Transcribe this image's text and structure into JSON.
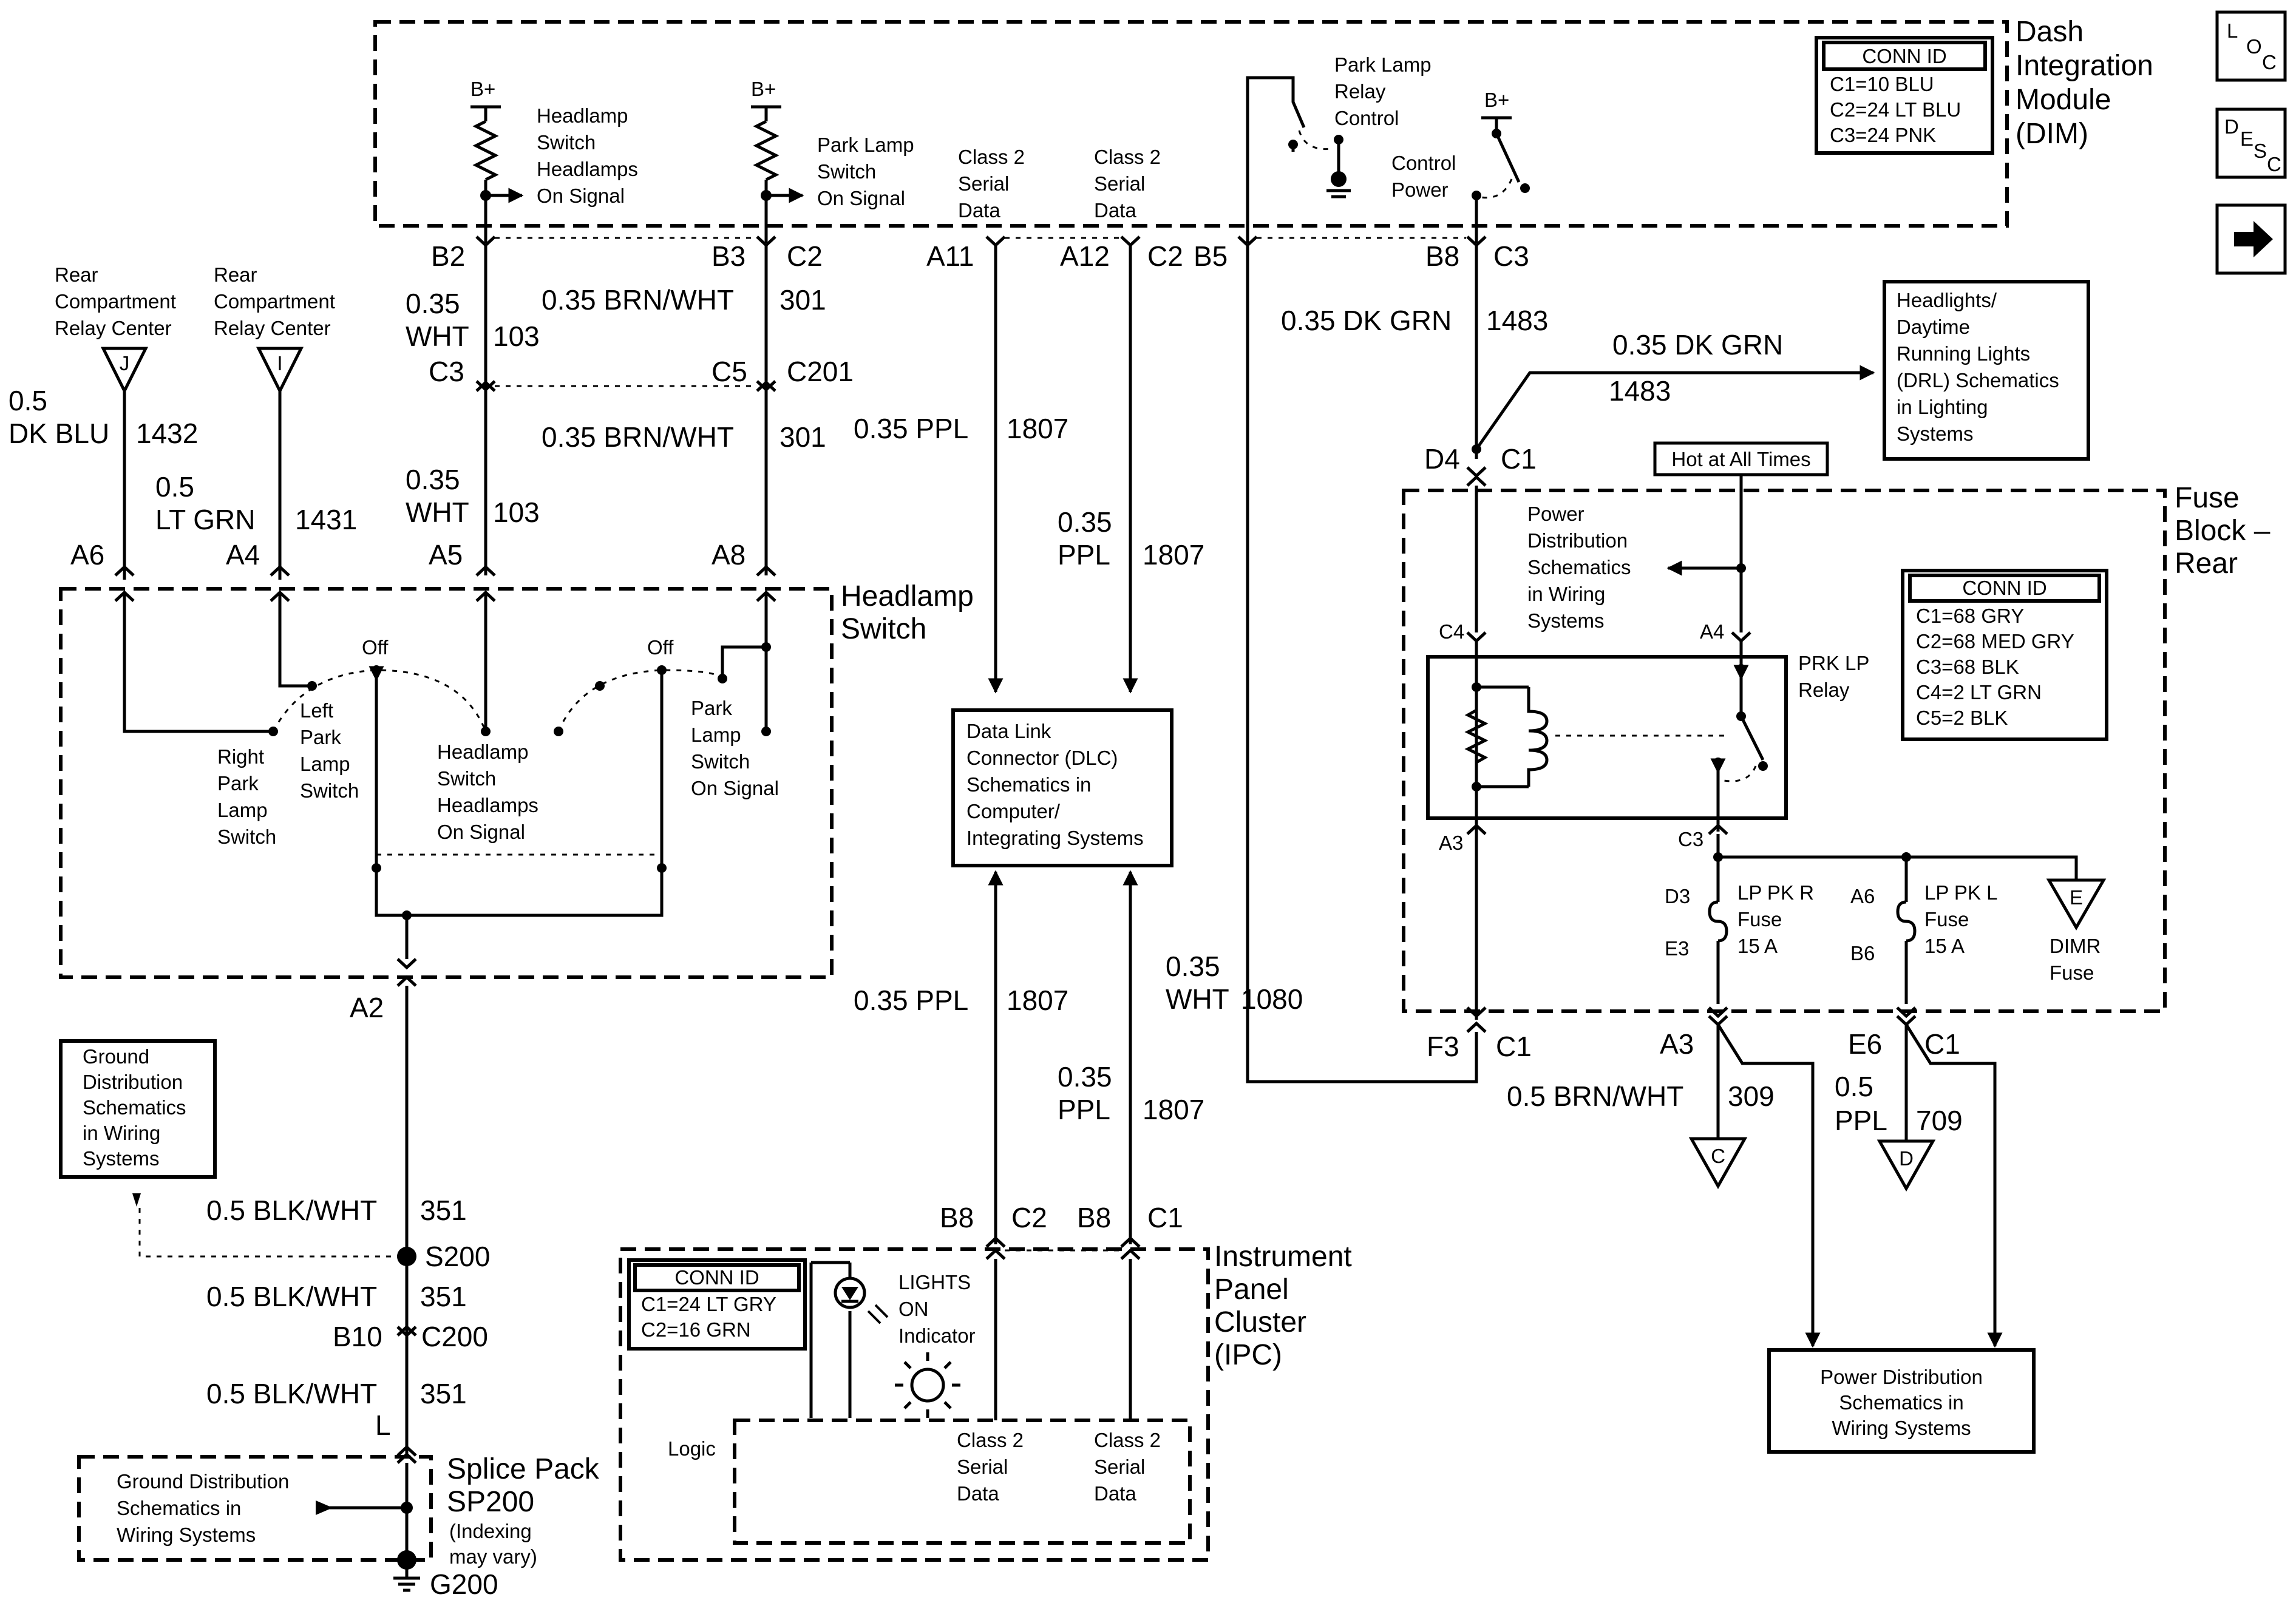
{
  "modules": {
    "dim": {
      "line1": "Dash",
      "line2": "Integration",
      "line3": "Module",
      "line4": "(DIM)"
    },
    "fuse_block": {
      "line1": "Fuse",
      "line2": "Block –",
      "line3": "Rear"
    },
    "headlamp_switch": {
      "line1": "Headlamp",
      "line2": "Switch"
    },
    "ipc": {
      "line1": "Instrument",
      "line2": "Panel",
      "line3": "Cluster",
      "line4": "(IPC)"
    },
    "splice_pack": {
      "line1": "Splice Pack",
      "line2": "SP200",
      "line3": "(Indexing",
      "line4": "may vary)"
    }
  },
  "nav": {
    "loc": [
      "L",
      "O",
      "C"
    ],
    "desc": [
      "D",
      "E",
      "S",
      "C"
    ]
  },
  "conn_dim": {
    "title": "CONN ID",
    "rows": [
      "C1=10 BLU",
      "C2=24 LT BLU",
      "C3=24 PNK"
    ]
  },
  "conn_fuse": {
    "title": "CONN ID",
    "rows": [
      "C1=68 GRY",
      "C2=68 MED GRY",
      "C3=68 BLK",
      "C4=2 LT GRN",
      "C5=2 BLK"
    ]
  },
  "conn_ipc": {
    "title": "CONN ID",
    "rows": [
      "C1=24 LT GRY",
      "C2=16 GRN"
    ]
  },
  "dim_labels": {
    "bplus": "B+",
    "hl_sig": [
      "Headlamp",
      "Switch",
      "Headlamps",
      "On Signal"
    ],
    "pk_sig": [
      "Park Lamp",
      "Switch",
      "On Signal"
    ],
    "class2": [
      "Class 2",
      "Serial",
      "Data"
    ],
    "plrc": [
      "Park Lamp",
      "Relay",
      "Control"
    ],
    "cpower": [
      "Control",
      "Power"
    ]
  },
  "pins": {
    "b2": "B2",
    "b3": "B3",
    "c2a": "C2",
    "a11": "A11",
    "a12": "A12",
    "c2b": "C2",
    "b5": "B5",
    "b8a": "B8",
    "c3a": "C3",
    "c3b": "C3",
    "c5": "C5",
    "c201": "C201",
    "d4": "D4",
    "c1a": "C1",
    "a6": "A6",
    "a4a": "A4",
    "a5": "A5",
    "a8": "A8",
    "a2": "A2",
    "c4": "C4",
    "a4b": "A4",
    "a3a": "A3",
    "c3c": "C3",
    "d3": "D3",
    "e3": "E3",
    "a6b": "A6",
    "b6": "B6",
    "f3": "F3",
    "c1b": "C1",
    "a3b": "A3",
    "e6": "E6",
    "c1c": "C1",
    "b8b": "B8",
    "c2c": "C2",
    "b8c": "B8",
    "c1d": "C1",
    "s200": "S200",
    "b10": "B10",
    "c200": "C200",
    "l": "L",
    "g200": "G200"
  },
  "wires": {
    "w103a": {
      "gauge": "0.35",
      "color": "WHT",
      "circuit": "103"
    },
    "w301a": {
      "spec": "0.35 BRN/WHT",
      "circuit": "301"
    },
    "w103b": {
      "gauge": "0.35",
      "color": "WHT",
      "circuit": "103"
    },
    "w301b": {
      "spec": "0.35 BRN/WHT",
      "circuit": "301"
    },
    "w1432": {
      "gauge": "0.5",
      "color": "DK BLU",
      "circuit": "1432"
    },
    "w1431": {
      "gauge": "0.5",
      "color": "LT GRN",
      "circuit": "1431"
    },
    "w1807a": {
      "spec": "0.35 PPL",
      "circuit": "1807"
    },
    "w1807b": {
      "gauge": "0.35",
      "color": "PPL",
      "circuit": "1807"
    },
    "w1807c": {
      "spec": "0.35 PPL",
      "circuit": "1807"
    },
    "w1807d": {
      "gauge": "0.35",
      "color": "PPL",
      "circuit": "1807"
    },
    "w1483a": {
      "spec": "0.35 DK GRN",
      "circuit": "1483"
    },
    "w1483b": {
      "spec": "0.35 DK GRN",
      "circuit": "1483"
    },
    "w1080": {
      "gauge": "0.35",
      "color": "WHT",
      "circuit": "1080"
    },
    "w309": {
      "spec": "0.5 BRN/WHT",
      "circuit": "309"
    },
    "w709": {
      "gauge": "0.5",
      "color": "PPL",
      "circuit": "709"
    },
    "w351a": {
      "spec": "0.5 BLK/WHT",
      "circuit": "351"
    },
    "w351b": {
      "spec": "0.5 BLK/WHT",
      "circuit": "351"
    },
    "w351c": {
      "spec": "0.5 BLK/WHT",
      "circuit": "351"
    }
  },
  "rear_compartment": {
    "lines": [
      "Rear",
      "Compartment",
      "Relay Center"
    ],
    "j": "J",
    "i": "I"
  },
  "headlamp_internal": {
    "off1": "Off",
    "off2": "Off",
    "right_park": [
      "Right",
      "Park",
      "Lamp",
      "Switch"
    ],
    "left_park": [
      "Left",
      "Park",
      "Lamp",
      "Switch"
    ],
    "hl_on": [
      "Headlamp",
      "Switch",
      "Headlamps",
      "On Signal"
    ],
    "park_on": [
      "Park",
      "Lamp",
      "Switch",
      "On Signal"
    ]
  },
  "dlc": {
    "lines": [
      "Data Link",
      "Connector (DLC)",
      "Schematics in",
      "Computer/",
      "Integrating Systems"
    ]
  },
  "drl": {
    "lines": [
      "Headlights/",
      "Daytime",
      "Running Lights",
      "(DRL) Schematics",
      "in Lighting",
      "Systems"
    ]
  },
  "hot": "Hot at All Times",
  "fuse_internal": {
    "pdist": [
      "Power",
      "Distribution",
      "Schematics",
      "in Wiring",
      "Systems"
    ],
    "relay": [
      "PRK LP",
      "Relay"
    ],
    "fuse_r": [
      "LP PK R",
      "Fuse",
      "15 A"
    ],
    "fuse_l": [
      "LP PK L",
      "Fuse",
      "15 A"
    ],
    "dimr": [
      "DIMR",
      "Fuse"
    ],
    "e": "E"
  },
  "off_page": {
    "c": "C",
    "d": "D"
  },
  "pdist_box": {
    "lines": [
      "Power Distribution",
      "Schematics in",
      "Wiring Systems"
    ]
  },
  "ground_dist": {
    "lines": [
      "Ground",
      "Distribution",
      "Schematics",
      "in Wiring",
      "Systems"
    ]
  },
  "ground_dist_sp": {
    "lines": [
      "Ground Distribution",
      "Schematics in",
      "Wiring Systems"
    ]
  },
  "ipc_internal": {
    "lights": [
      "LIGHTS",
      "ON",
      "Indicator"
    ],
    "logic": "Logic",
    "class2": [
      "Class 2",
      "Serial",
      "Data"
    ]
  }
}
